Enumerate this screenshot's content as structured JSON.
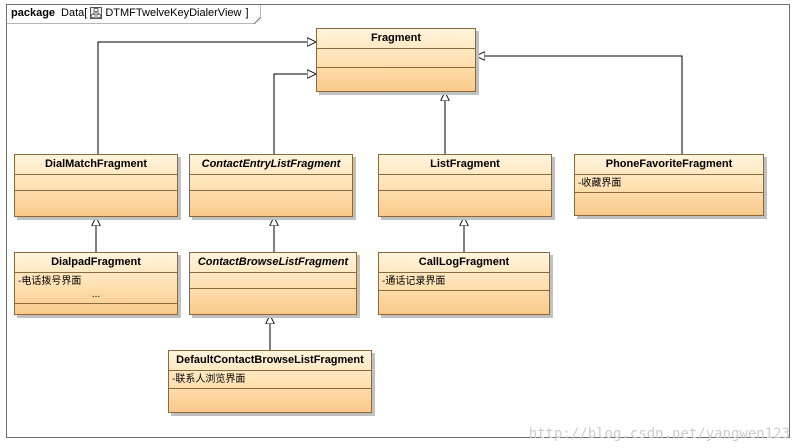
{
  "package": {
    "keyword": "package",
    "name": "Data",
    "bracket_open": "[",
    "diagram_name": "DTMFTwelveKeyDialerView",
    "bracket_close": "]"
  },
  "classes": {
    "fragment": {
      "name": "Fragment",
      "attributes": []
    },
    "dial_match_fragment": {
      "name": "DialMatchFragment",
      "attributes": []
    },
    "contact_entry_list_fragment": {
      "name": "ContactEntryListFragment",
      "attributes": []
    },
    "list_fragment": {
      "name": "ListFragment",
      "attributes": []
    },
    "phone_favorite_fragment": {
      "name": "PhoneFavoriteFragment",
      "attributes": [
        "-收藏界面"
      ]
    },
    "dialpad_fragment": {
      "name": "DialpadFragment",
      "attributes": [
        "-电话拨号界面"
      ],
      "more": "..."
    },
    "contact_browse_list_fragment": {
      "name": "ContactBrowseListFragment",
      "attributes": []
    },
    "call_log_fragment": {
      "name": "CallLogFragment",
      "attributes": [
        "-通话记录界面"
      ]
    },
    "default_contact_browse_list_fragment": {
      "name": "DefaultContactBrowseListFragment",
      "attributes": [
        "-联系人浏览界面"
      ]
    }
  },
  "watermark": "http://blog.csdn.net/yangwen123",
  "colors": {
    "class_fill_top": "#fff4dc",
    "class_fill_bottom": "#f9c98a",
    "class_border": "#8a6a3a",
    "line": "#000000"
  }
}
